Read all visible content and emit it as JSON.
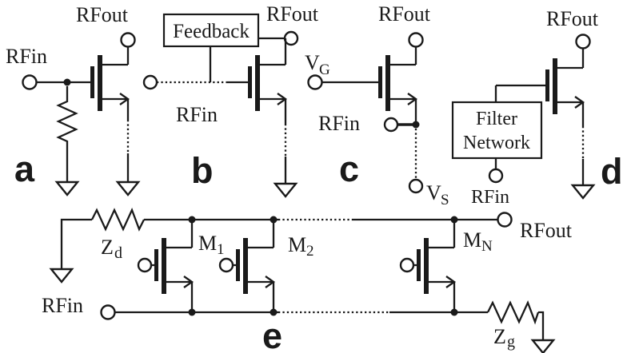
{
  "figure": {
    "panels": [
      {
        "id": "a",
        "letter": "a",
        "labels": {
          "rfin": "RFin",
          "rfout": "RFout"
        }
      },
      {
        "id": "b",
        "letter": "b",
        "labels": {
          "rfin": "RFin",
          "rfout": "RFout",
          "box": "Feedback"
        }
      },
      {
        "id": "c",
        "letter": "c",
        "labels": {
          "rfin": "RFin",
          "rfout": "RFout",
          "vg": {
            "base": "V",
            "sub": "G"
          },
          "vs": {
            "base": "V",
            "sub": "S"
          }
        }
      },
      {
        "id": "d",
        "letter": "d",
        "labels": {
          "rfin": "RFin",
          "rfout": "RFout",
          "box_line1": "Filter",
          "box_line2": "Network"
        }
      },
      {
        "id": "e",
        "letter": "e",
        "labels": {
          "rfin": "RFin",
          "rfout": "RFout",
          "zd": {
            "base": "Z",
            "sub": "d"
          },
          "zg": {
            "base": "Z",
            "sub": "g"
          },
          "m1": {
            "base": "M",
            "sub": "1"
          },
          "m2": {
            "base": "M",
            "sub": "2"
          },
          "mn": {
            "base": "M",
            "sub": "N"
          }
        }
      }
    ]
  },
  "colors": {
    "ink": "#1a1a1a",
    "background": "#ffffff"
  }
}
